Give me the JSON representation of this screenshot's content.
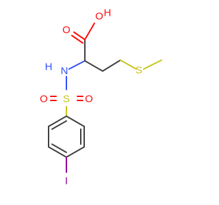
{
  "atoms": {
    "oxygen_hydroxyl": "O",
    "hydrogen_hydroxyl": "H",
    "oxygen_carbonyl": "O",
    "nitrogen": "N",
    "hydrogen_amine": "H",
    "sulfur_thioether": "S",
    "sulfur_sulfonyl": "S",
    "oxygen_sulfonyl_left": "O",
    "oxygen_sulfonyl_right": "O",
    "iodine": "I"
  },
  "colors": {
    "carbon_bond": "#3f3f3f",
    "oxygen": "#ff0d0d",
    "nitrogen": "#3050f8",
    "sulfur": "#c9c31b",
    "iodine": "#940094"
  }
}
